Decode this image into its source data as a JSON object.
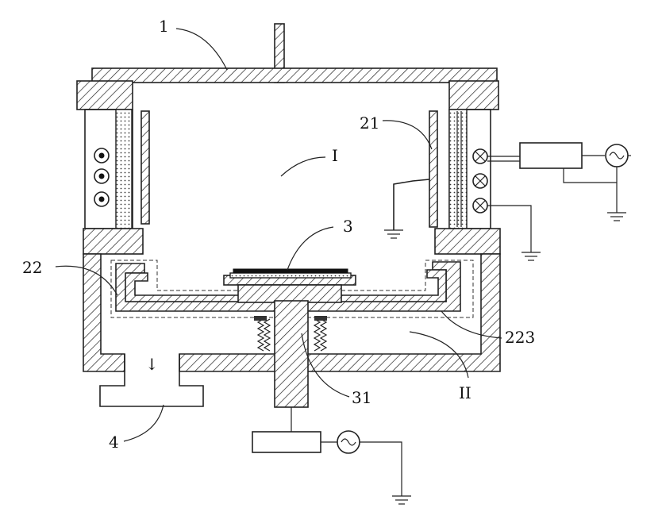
{
  "labels": {
    "l1": "1",
    "lI": "I",
    "l21": "21",
    "l3": "3",
    "l22": "22",
    "l223": "223",
    "lII": "II",
    "l31": "31",
    "l4": "4",
    "arrow": "↓"
  },
  "icons": {
    "coil_dot": "coil-current-out-icon",
    "coil_cross": "coil-current-in-icon",
    "ac_source": "ac-source-icon",
    "ground": "ground-icon"
  },
  "colors": {
    "line": "#222222",
    "background": "#ffffff"
  }
}
